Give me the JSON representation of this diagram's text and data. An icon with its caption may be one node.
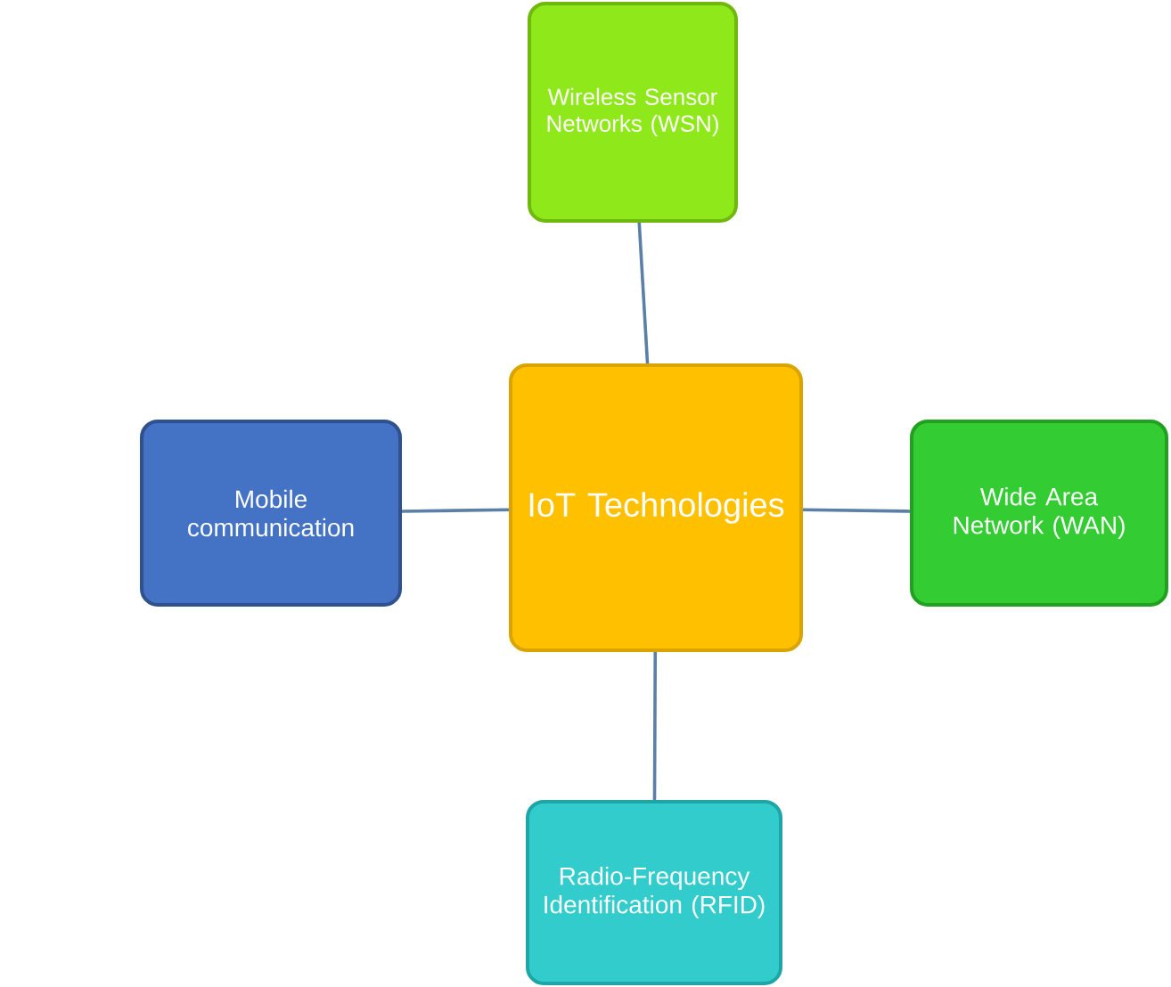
{
  "diagram": {
    "nodes": [
      {
        "text": [
          "Wireless Sensor Networks (WSN)"
        ]
      },
      {
        "text": [
          "Mobile communication"
        ]
      },
      {
        "text": [
          "IoT Technologies"
        ]
      },
      {
        "text": [
          "Wide Area Network (WAN)"
        ]
      },
      {
        "text": [
          "Radio-Frequency Identification (RFID)"
        ]
      }
    ],
    "edges": [
      {
        "from": 2,
        "to": 0,
        "arrow": "none"
      },
      {
        "from": 1,
        "to": 2,
        "arrow": "none"
      },
      {
        "from": 2,
        "to": 3,
        "arrow": "none"
      },
      {
        "from": 2,
        "to": 4,
        "arrow": "none"
      }
    ]
  }
}
